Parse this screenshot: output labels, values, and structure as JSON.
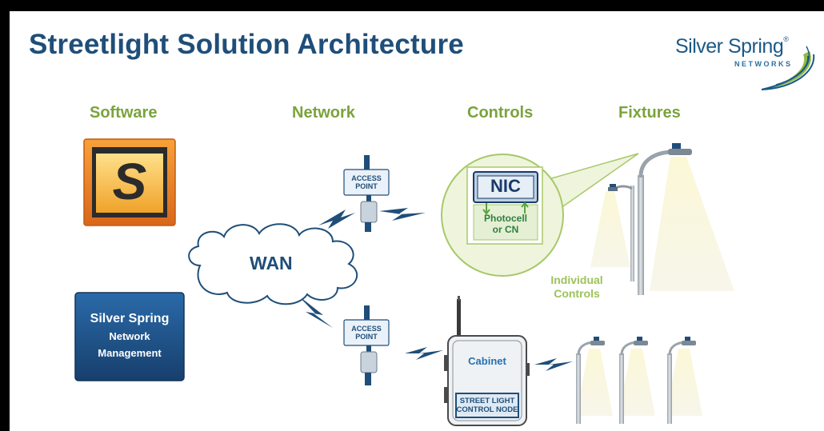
{
  "slide": {
    "title": "Streetlight Solution Architecture"
  },
  "logo": {
    "name": "Silver Spring",
    "registered_mark": "®",
    "tagline": "NETWORKS"
  },
  "columns": {
    "software": "Software",
    "network": "Network",
    "controls": "Controls",
    "fixtures": "Fixtures"
  },
  "software": {
    "app_icon_letter": "S",
    "nms_line1": "Silver Spring",
    "nms_line2": "Network",
    "nms_line3": "Management"
  },
  "network": {
    "wan": "WAN",
    "ap_top_line1": "ACCESS",
    "ap_top_line2": "POINT",
    "ap_bottom_line1": "ACCESS",
    "ap_bottom_line2": "POINT"
  },
  "controls": {
    "nic": "NIC",
    "photocell_line1": "Photocell",
    "photocell_line2": "or CN",
    "cabinet": "Cabinet",
    "node_line1": "STREET LIGHT",
    "node_line2": "CONTROL NODE"
  },
  "fixtures": {
    "individual_line1": "Individual",
    "individual_line2": "Controls"
  },
  "colors": {
    "title": "#1f4e79",
    "column_heading": "#7aa33c",
    "nms_box": "#1f5286",
    "lightning": "#1f4e79",
    "light_beam": "#f7f5d8"
  },
  "icons": {
    "app": "software-app-icon",
    "access_point": "access-point-icon",
    "lightning": "wireless-link-icon",
    "cloud": "wan-cloud-icon",
    "nic": "nic-module-icon",
    "streetlight": "streetlight-icon",
    "cabinet": "cabinet-icon"
  }
}
